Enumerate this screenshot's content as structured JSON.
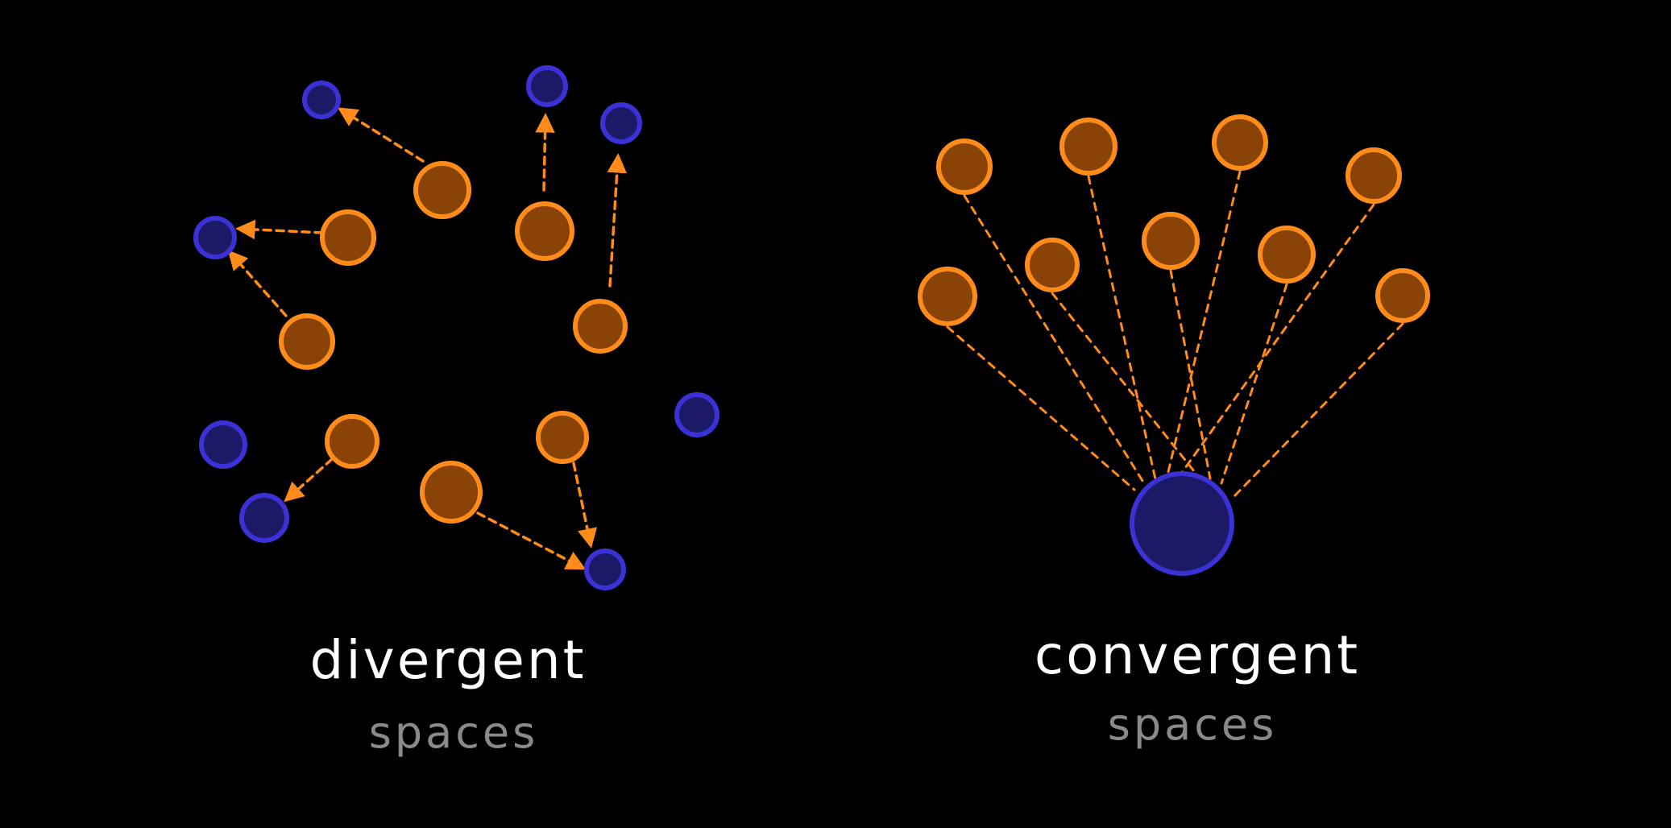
{
  "colors": {
    "background": "#000000",
    "orange_fill": "#8a4306",
    "orange_stroke": "#ff8c1a",
    "blue_fill": "#1c1a66",
    "blue_stroke": "#3a32d6",
    "label_main": "#ffffff",
    "label_sub": "#8a8a8a"
  },
  "panels": {
    "divergent": {
      "title": "divergent",
      "subtitle": "spaces"
    },
    "convergent": {
      "title": "convergent",
      "subtitle": "spaces"
    }
  }
}
